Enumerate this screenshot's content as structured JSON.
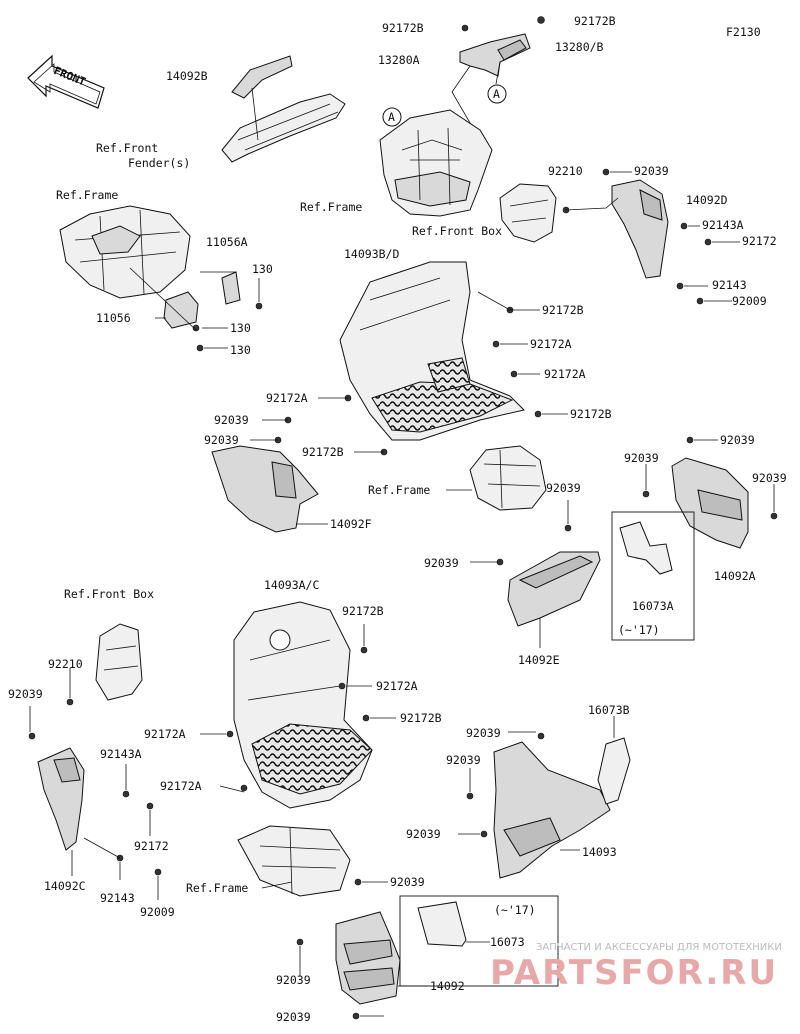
{
  "figure_code": "F2130",
  "direction_badge": "FRONT",
  "callout_letter": "A",
  "labels": {
    "p92172B_a": "92172B",
    "p92172B_b": "92172B",
    "p13280A": "13280A",
    "p13280_B": "13280/B",
    "p14092B": "14092B",
    "ref_front_fender": "Ref.Front",
    "ref_front_fender2": "Fender(s)",
    "ref_frame_top": "Ref.Frame",
    "ref_frame_left": "Ref.Frame",
    "ref_front_box_right": "Ref.Front Box",
    "p92210_a": "92210",
    "p92039_a": "92039",
    "p14092D": "14092D",
    "p92143A_a": "92143A",
    "p92172_a": "92172",
    "p92143_a": "92143",
    "p92009_a": "92009",
    "p11056A": "11056A",
    "p130_a": "130",
    "p11056": "11056",
    "p130_b": "130",
    "p130_c": "130",
    "p14093BD": "14093B/D",
    "p92172B_c": "92172B",
    "p92172A_a": "92172A",
    "p92172A_b": "92172A",
    "p92172A_c": "92172A",
    "p92172B_d": "92172B",
    "p92039_b": "92039",
    "p92039_c": "92039",
    "p92172B_e": "92172B",
    "ref_frame_mid": "Ref.Frame",
    "p14092F": "14092F",
    "p92039_d": "92039",
    "p92039_e": "92039",
    "p92039_f": "92039",
    "p92039_g": "92039",
    "p14092A": "14092A",
    "p16073A": "16073A",
    "year_a": "(~'17)",
    "p92039_h": "92039",
    "p14092E": "14092E",
    "ref_front_box_left": "Ref.Front Box",
    "p14093AC": "14093A/C",
    "p92172B_f": "92172B",
    "p92210_b": "92210",
    "p92039_i": "92039",
    "p92172A_d": "92172A",
    "p92172B_g": "92172B",
    "p92172A_e": "92172A",
    "p92143A_b": "92143A",
    "p92172A_f": "92172A",
    "p92172_b": "92172",
    "p14092C": "14092C",
    "p92143_b": "92143",
    "p92009_b": "92009",
    "ref_frame_bottom": "Ref.Frame",
    "p16073B": "16073B",
    "p92039_j": "92039",
    "p92039_k": "92039",
    "p92039_l": "92039",
    "p14093": "14093",
    "p92039_m": "92039",
    "year_b": "(~'17)",
    "p16073": "16073",
    "p92039_n": "92039",
    "p14092": "14092",
    "p92039_o": "92039"
  },
  "watermark": {
    "caption": "ЗАПЧАСТИ И АКСЕССУАРЫ ДЛЯ МОТОТЕХНИКИ",
    "brand": "PARTSFOR.RU"
  }
}
